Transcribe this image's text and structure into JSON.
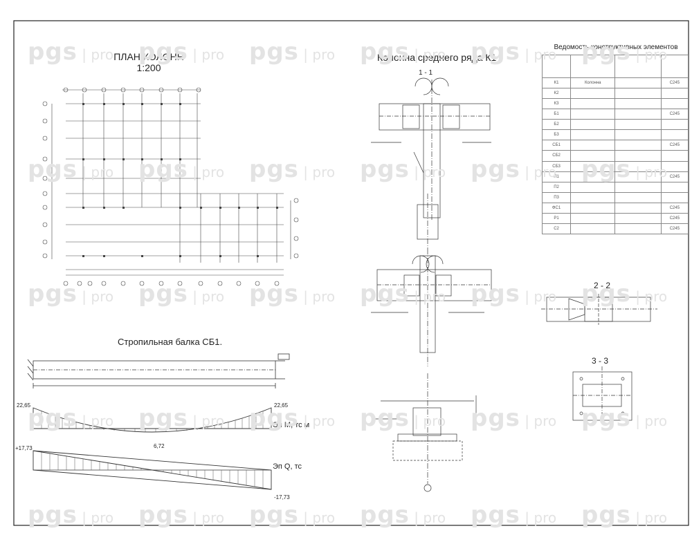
{
  "watermark": {
    "brand": "pgs",
    "suffix": "pro"
  },
  "plan": {
    "title": "ПЛАН КОЛОНН",
    "scale": "1:200"
  },
  "column": {
    "title": "Колонна среднего ряда К1",
    "sections": [
      "1 - 1",
      "2 - 2",
      "3 - 3"
    ]
  },
  "beam": {
    "title": "Стропильная балка СБ1.",
    "moment_label": "Эп М, тс м",
    "moment_support": "22,65",
    "moment_mid": "6,72",
    "shear_label": "Эп Q, тс",
    "shear_left": "+17,73",
    "shear_right": "-17,73"
  },
  "spec_table": {
    "title": "Ведомость конструктивных элементов",
    "rows": [
      {
        "mark": "К1",
        "name": "Колонна",
        "steel": "С245"
      },
      {
        "mark": "К2",
        "name": "",
        "steel": ""
      },
      {
        "mark": "К3",
        "name": "",
        "steel": ""
      },
      {
        "mark": "Б1",
        "name": "",
        "steel": "С245"
      },
      {
        "mark": "Б2",
        "name": "",
        "steel": ""
      },
      {
        "mark": "Б3",
        "name": "",
        "steel": ""
      },
      {
        "mark": "СБ1",
        "name": "",
        "steel": "С245"
      },
      {
        "mark": "СБ2",
        "name": "",
        "steel": ""
      },
      {
        "mark": "СБ3",
        "name": "",
        "steel": ""
      },
      {
        "mark": "П1",
        "name": "",
        "steel": "С245"
      },
      {
        "mark": "П2",
        "name": "",
        "steel": ""
      },
      {
        "mark": "П3",
        "name": "",
        "steel": ""
      },
      {
        "mark": "ФС1",
        "name": "",
        "steel": "С245"
      },
      {
        "mark": "Р1",
        "name": "",
        "steel": "С245"
      },
      {
        "mark": "С2",
        "name": "",
        "steel": "С245"
      }
    ]
  },
  "colors": {
    "line": "#333333",
    "watermark": "#e3e3e3",
    "frame": "#222222"
  }
}
